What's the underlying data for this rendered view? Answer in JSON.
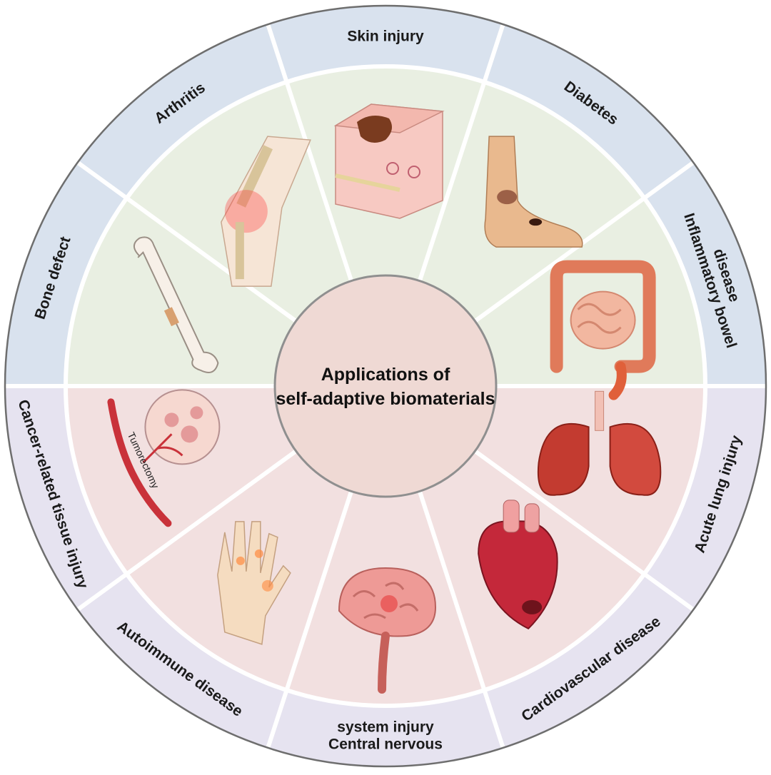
{
  "center": {
    "line1": "Applications of",
    "line2": "self-adaptive biomaterials"
  },
  "segments": [
    {
      "label_lines": [
        "Skin injury"
      ],
      "illustration": "skin-layers-illustration",
      "group": "top"
    },
    {
      "label_lines": [
        "Diabetes"
      ],
      "illustration": "diabetic-foot-illustration",
      "group": "top"
    },
    {
      "label_lines": [
        "Inflammatory bowel",
        "disease"
      ],
      "illustration": "intestine-illustration",
      "group": "top"
    },
    {
      "label_lines": [
        "Acute lung injury"
      ],
      "illustration": "lungs-illustration",
      "group": "bottom"
    },
    {
      "label_lines": [
        "Cardiovascular disease"
      ],
      "illustration": "heart-illustration",
      "group": "bottom"
    },
    {
      "label_lines": [
        "Central nervous",
        "system injury"
      ],
      "illustration": "brain-illustration",
      "group": "bottom"
    },
    {
      "label_lines": [
        "Autoimmune disease"
      ],
      "illustration": "hand-illustration",
      "group": "bottom"
    },
    {
      "label_lines": [
        "Cancer-related tissue injury"
      ],
      "illustration": "tumor-vessel-illustration",
      "group": "bottom"
    },
    {
      "label_lines": [
        "Bone defect"
      ],
      "illustration": "bone-illustration",
      "group": "top"
    },
    {
      "label_lines": [
        "Arthritis"
      ],
      "illustration": "knee-illustration",
      "group": "top"
    }
  ],
  "tumor_label": "Tumorectomy",
  "colors": {
    "top_outer_ring": "#d9e2ee",
    "top_inner": "#e9efe2",
    "bottom_outer_ring": "#e6e3f0",
    "bottom_inner": "#f2e0e0",
    "center_fill": "#efd9d4",
    "center_stroke": "#8f8f8f",
    "outer_stroke": "#6e6e6e",
    "divider": "#ffffff"
  }
}
